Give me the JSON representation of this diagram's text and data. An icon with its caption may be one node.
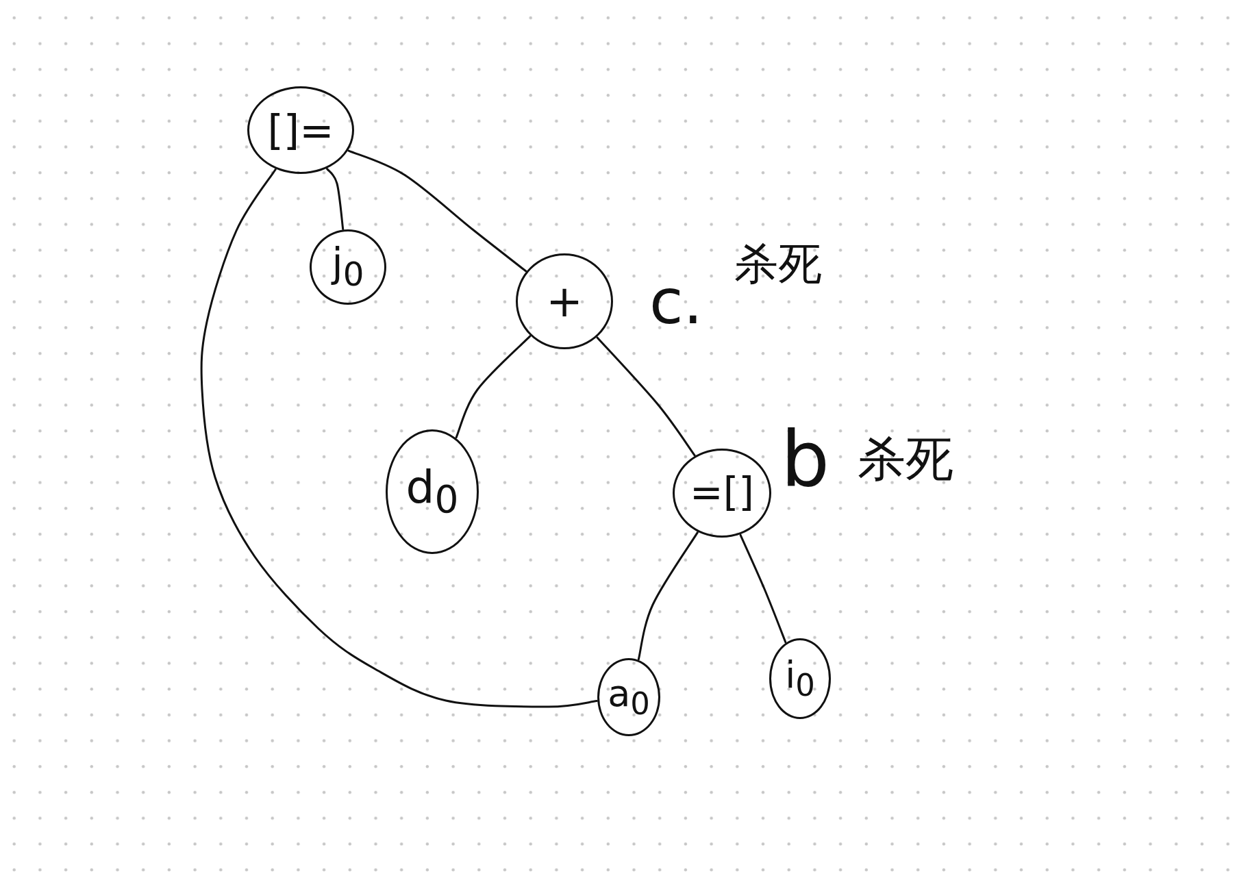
{
  "diagram": {
    "nodes": [
      {
        "text": [
          "[]="
        ]
      },
      {
        "text": [
          "j$_{0}$"
        ]
      },
      {
        "text": [
          "+"
        ],
        "beside": [
          "c.",
          "杀死"
        ]
      },
      {
        "text": [
          "d$_{0}$"
        ]
      },
      {
        "text": [
          "=[]"
        ],
        "beside": [
          "b",
          "杀死"
        ]
      },
      {
        "text": [
          "a$_{0}$"
        ]
      },
      {
        "text": [
          "i$_{0}$"
        ]
      }
    ],
    "edges": [
      {
        "from": 0,
        "to": 1,
        "arrow": "none"
      },
      {
        "from": 0,
        "to": 2,
        "arrow": "none"
      },
      {
        "from": 0,
        "to": 5,
        "arrow": "none"
      },
      {
        "from": 2,
        "to": 3,
        "arrow": "none"
      },
      {
        "from": 2,
        "to": 4,
        "arrow": "none"
      },
      {
        "from": 4,
        "to": 5,
        "arrow": "none"
      },
      {
        "from": 4,
        "to": 6,
        "arrow": "none"
      }
    ]
  }
}
